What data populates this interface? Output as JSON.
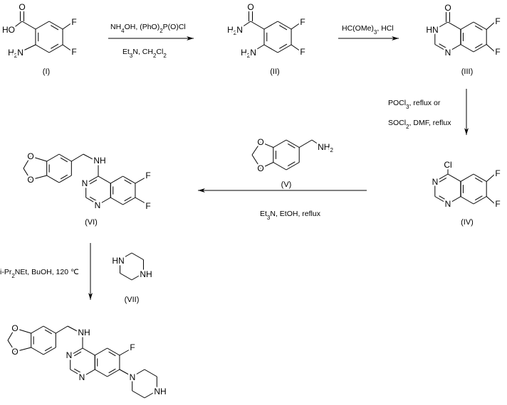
{
  "reagents": {
    "step1_top": "NH4OH, (PhO)2P(O)Cl",
    "step1_bottom": "Et3N, CH2Cl2",
    "step2_top": "HC(OMe)3, HCl",
    "step3_line1": "POCl3, reflux or",
    "step3_line2": "SOCl2, DMF, reflux",
    "step4_bottom": "Et3N, EtOH, reflux",
    "step5_left": "i-Pr2NEt, BuOH, 120 ℃"
  },
  "compounds": {
    "I": {
      "label": "(I)",
      "atoms": [
        "O",
        "HO",
        "H2N",
        "F",
        "F"
      ]
    },
    "II": {
      "label": "(II)",
      "atoms": [
        "O",
        "H2N",
        "H2N",
        "F",
        "F"
      ]
    },
    "III": {
      "label": "(III)",
      "atoms": [
        "O",
        "HN",
        "N",
        "F",
        "F"
      ]
    },
    "IV": {
      "label": "(IV)",
      "atoms": [
        "Cl",
        "N",
        "N",
        "F",
        "F"
      ]
    },
    "V": {
      "label": "(V)",
      "atoms": [
        "O",
        "O",
        "NH2"
      ]
    },
    "VI": {
      "label": "(VI)",
      "atoms": [
        "O",
        "O",
        "NH",
        "N",
        "N",
        "F",
        "F"
      ]
    },
    "VII": {
      "label": "(VII)",
      "atoms": [
        "HN",
        "NH"
      ]
    },
    "product": {
      "atoms": [
        "O",
        "O",
        "NH",
        "N",
        "N",
        "F",
        "N",
        "NH"
      ]
    }
  }
}
